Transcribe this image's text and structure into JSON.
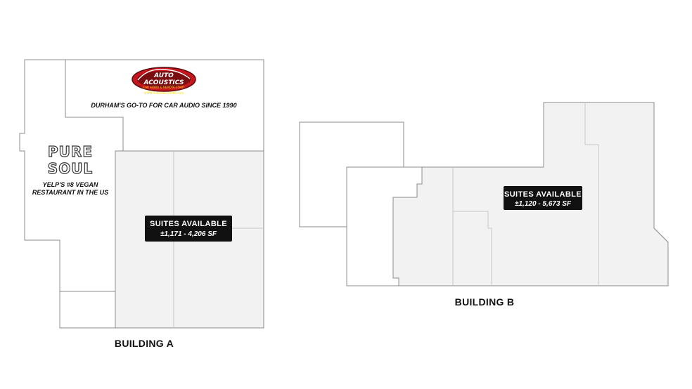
{
  "building_a": {
    "label": "BUILDING A",
    "tenants": {
      "auto_acoustics": {
        "logo_line1": "AUTO",
        "logo_line2": "ACOUSTICS",
        "logo_tagline": "CAR AUDIO & REMOTE START",
        "logo_url": "WWW.AutoAcousticsNC.com",
        "tagline": "DURHAM'S GO-TO FOR CAR AUDIO SINCE 1990"
      },
      "pure_soul": {
        "name_line1": "PURE",
        "name_line2": "SOUL",
        "tagline_line1": "YELP'S #8 VEGAN",
        "tagline_line2": "RESTAURANT IN THE US"
      }
    },
    "availability": {
      "title": "SUITES AVAILABLE",
      "range": "±1,171 - 4,206 SF"
    }
  },
  "building_b": {
    "label": "BUILDING B",
    "availability": {
      "title": "SUITES AVAILABLE",
      "range": "±1,120 - 5,673 SF"
    }
  },
  "colors": {
    "available_fill": "#f2f2f2",
    "wall": "#8c8c8c",
    "badge": "#111111",
    "logo_red": "#c4161c"
  }
}
